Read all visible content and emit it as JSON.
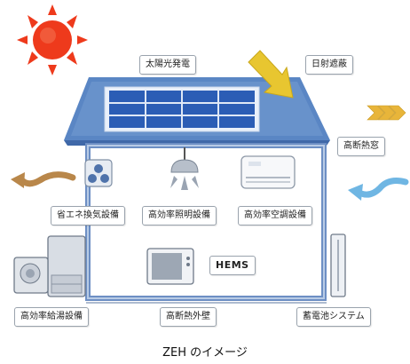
{
  "caption": "ZEH のイメージ",
  "labels": {
    "solar_power": "太陽光発電",
    "sun_shading": "日射遮蔽",
    "insulated_window": "高断熱窓",
    "ventilation": "省エネ換気設備",
    "lighting": "高効率照明設備",
    "air_conditioning": "高効率空調設備",
    "hems": "HEMS",
    "water_heater": "高効率給湯設備",
    "insulated_wall": "高断熱外壁",
    "storage_battery": "蓄電池システム"
  },
  "colors": {
    "sun": "#ee3a1c",
    "roof": "#5a86c4",
    "solar_cell": "#2b5db5",
    "wall": "#6d8fc4",
    "warm_arrow": "#e8c630",
    "exhaust_arrow": "#b9874a",
    "cool_arrow": "#6fb6e3",
    "caption_text": "#111111"
  },
  "icons": [
    "sun-icon",
    "solar-panel-icon",
    "sunshade-arrow-icon",
    "heat-arrows-icon",
    "exhaust-air-arrow-icon",
    "cool-air-arrow-icon",
    "ventilation-fan-icon",
    "ceiling-light-icon",
    "air-conditioner-icon",
    "water-heater-icon",
    "television-icon",
    "storage-battery-icon"
  ]
}
